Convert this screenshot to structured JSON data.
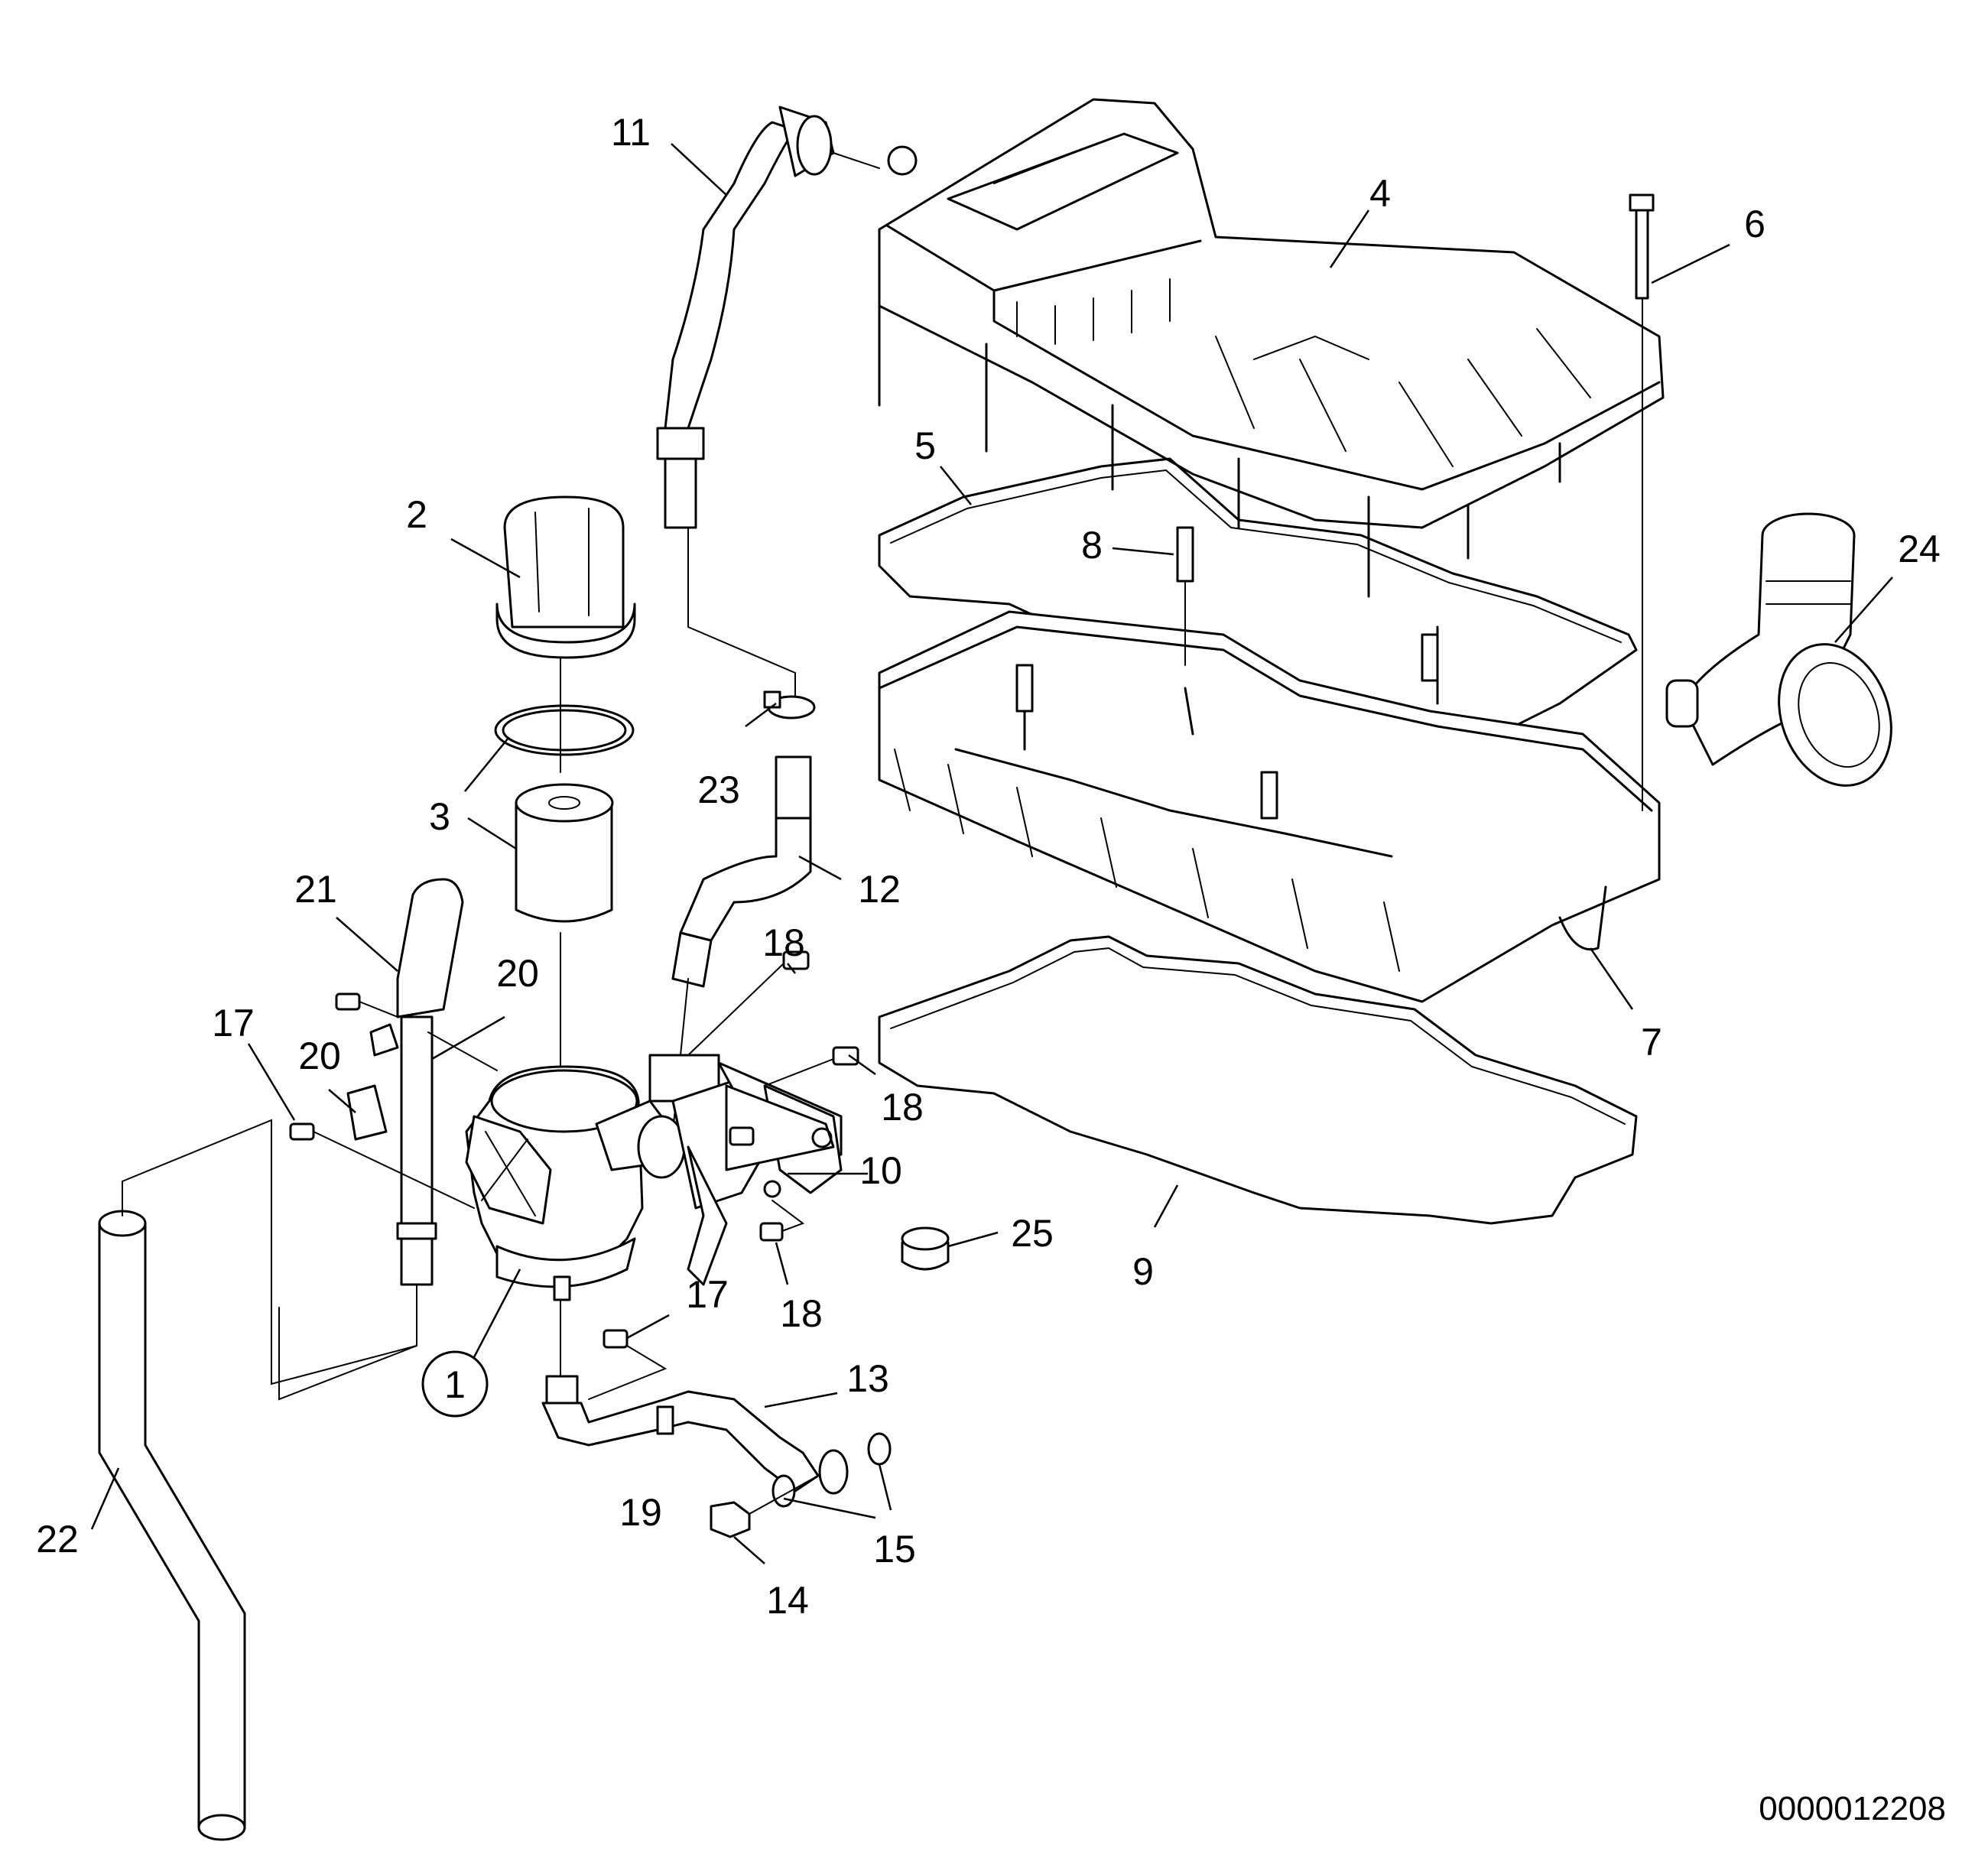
{
  "callouts": [
    {
      "id": "1",
      "label": "1"
    },
    {
      "id": "2",
      "label": "2"
    },
    {
      "id": "3",
      "label": "3"
    },
    {
      "id": "4",
      "label": "4"
    },
    {
      "id": "5",
      "label": "5"
    },
    {
      "id": "6",
      "label": "6"
    },
    {
      "id": "7",
      "label": "7"
    },
    {
      "id": "8",
      "label": "8"
    },
    {
      "id": "9",
      "label": "9"
    },
    {
      "id": "10",
      "label": "10"
    },
    {
      "id": "11",
      "label": "11"
    },
    {
      "id": "12",
      "label": "12"
    },
    {
      "id": "13",
      "label": "13"
    },
    {
      "id": "14",
      "label": "14"
    },
    {
      "id": "15",
      "label": "15"
    },
    {
      "id": "17a",
      "label": "17"
    },
    {
      "id": "17b",
      "label": "17"
    },
    {
      "id": "18a",
      "label": "18"
    },
    {
      "id": "18b",
      "label": "18"
    },
    {
      "id": "18c",
      "label": "18"
    },
    {
      "id": "19",
      "label": "19"
    },
    {
      "id": "20a",
      "label": "20"
    },
    {
      "id": "20b",
      "label": "20"
    },
    {
      "id": "21",
      "label": "21"
    },
    {
      "id": "22",
      "label": "22"
    },
    {
      "id": "23",
      "label": "23"
    },
    {
      "id": "24",
      "label": "24"
    },
    {
      "id": "25",
      "label": "25"
    }
  ],
  "document_number": "0000012208"
}
